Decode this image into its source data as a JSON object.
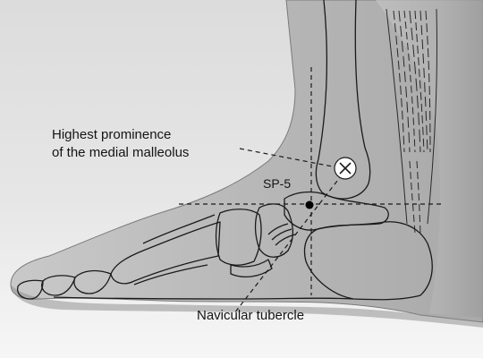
{
  "labels": {
    "malleolus_line1": "Highest prominence",
    "malleolus_line2": "of the medial malleolus",
    "point": "SP-5",
    "navicular": "Navicular tubercle"
  },
  "markers": {
    "malleolus_marker": "circle-with-x",
    "acupoint": "filled-dot"
  },
  "colors": {
    "background": "#eeeeee",
    "skin": "#bdbdbd",
    "bone_outline": "#1a1a1a",
    "guide_line": "#1a1a1a"
  }
}
